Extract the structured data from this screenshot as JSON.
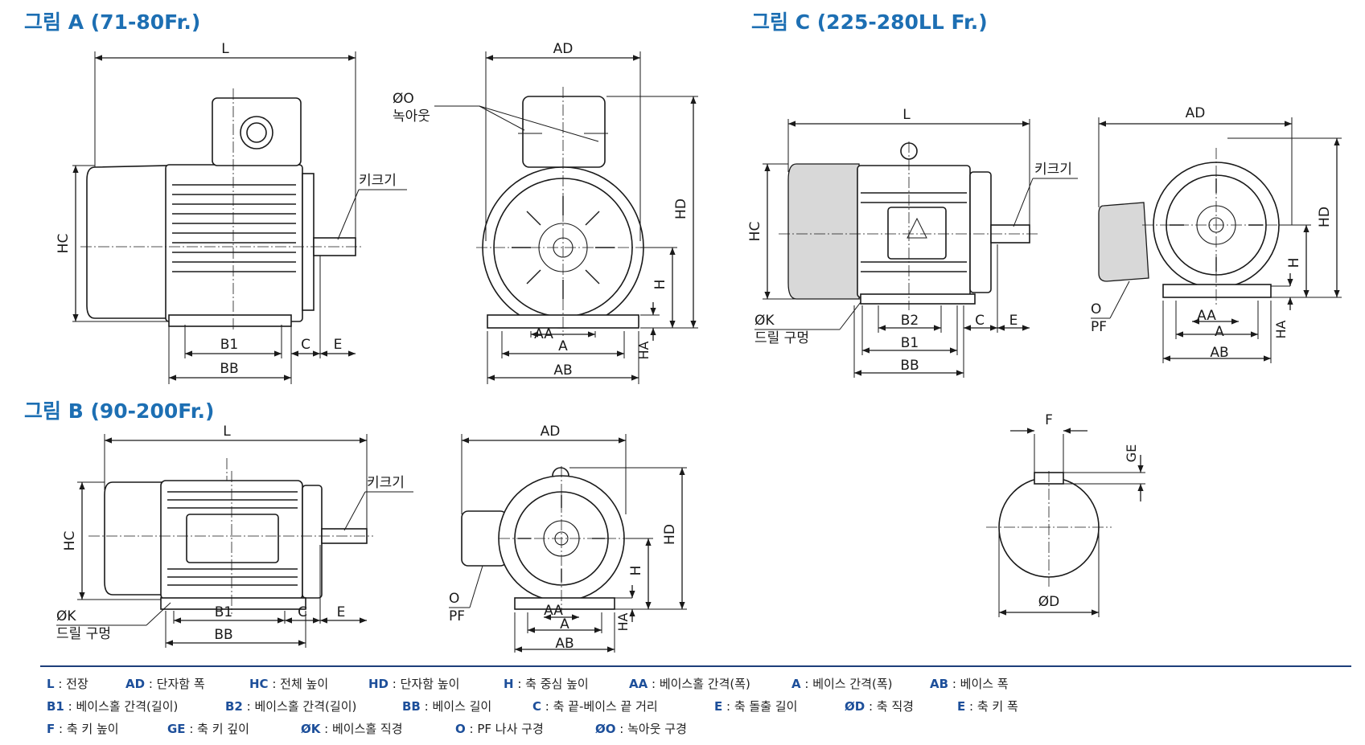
{
  "figures": {
    "a": {
      "title": "그림 A (71-80Fr.)"
    },
    "b": {
      "title": "그림 B (90-200Fr.)"
    },
    "c": {
      "title": "그림 C (225-280LL Fr.)"
    }
  },
  "dims": {
    "L": "L",
    "AD": "AD",
    "HC": "HC",
    "HD": "HD",
    "H": "H",
    "HA": "HA",
    "AA": "AA",
    "A": "A",
    "AB": "AB",
    "B1": "B1",
    "B2": "B2",
    "BB": "BB",
    "C": "C",
    "E": "E",
    "F": "F",
    "GE": "GE",
    "D": "ØD",
    "O_knockout": "ØO",
    "knockout": "녹아웃",
    "key_size": "키크기",
    "K": "ØK",
    "drill_hole": "드릴 구멍",
    "O": "O",
    "PF": "PF"
  },
  "legend": {
    "rows": [
      [
        {
          "key": "L",
          "text": "전장"
        },
        {
          "key": "AD",
          "text": "단자함 폭"
        },
        {
          "key": "HC",
          "text": "전체 높이"
        },
        {
          "key": "HD",
          "text": "단자함 높이"
        },
        {
          "key": "H",
          "text": "축 중심 높이"
        },
        {
          "key": "AA",
          "text": "베이스홀 간격(폭)"
        },
        {
          "key": "A",
          "text": "베이스 간격(폭)"
        },
        {
          "key": "AB",
          "text": "베이스 폭"
        }
      ],
      [
        {
          "key": "B1",
          "text": "베이스홀 간격(길이)"
        },
        {
          "key": "B2",
          "text": "베이스홀 간격(길이)"
        },
        {
          "key": "BB",
          "text": "베이스 길이"
        },
        {
          "key": "C",
          "text": "축 끝-베이스 끝 거리"
        },
        {
          "key": "E",
          "text": "축 돌출 길이"
        },
        {
          "key": "ØD",
          "text": "축 직경"
        },
        {
          "key": "E",
          "text": "축 키 폭"
        }
      ],
      [
        {
          "key": "F",
          "text": "축 키 높이"
        },
        {
          "key": "GE",
          "text": "축 키 깊이"
        },
        {
          "key": "ØK",
          "text": "베이스홀 직경"
        },
        {
          "key": "O",
          "text": "PF 나사 구경"
        },
        {
          "key": "ØO",
          "text": "녹아웃 구경"
        }
      ]
    ]
  }
}
